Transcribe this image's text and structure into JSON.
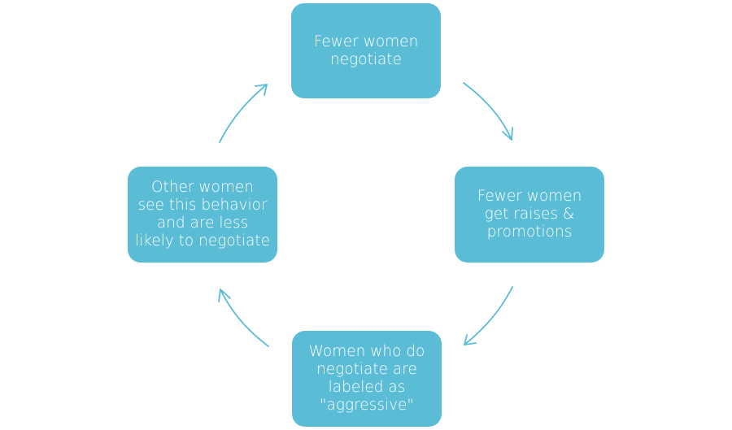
{
  "diagram": {
    "type": "cycle",
    "colors": {
      "node_fill": "#5bbcd6",
      "node_text": "#ffffff",
      "arrow": "#5bbcd6"
    },
    "nodes": [
      {
        "id": "top",
        "label": "Fewer women\nnegotiate"
      },
      {
        "id": "right",
        "label": "Fewer women\nget raises &\npromotions"
      },
      {
        "id": "bottom",
        "label": "Women who do\nnegotiate are\nlabeled as\n\"aggressive\""
      },
      {
        "id": "left",
        "label": "Other women\nsee this behavior\nand are less\nlikely to negotiate"
      }
    ],
    "edges": [
      {
        "from": "top",
        "to": "right"
      },
      {
        "from": "right",
        "to": "bottom"
      },
      {
        "from": "bottom",
        "to": "left"
      },
      {
        "from": "left",
        "to": "top"
      }
    ]
  }
}
